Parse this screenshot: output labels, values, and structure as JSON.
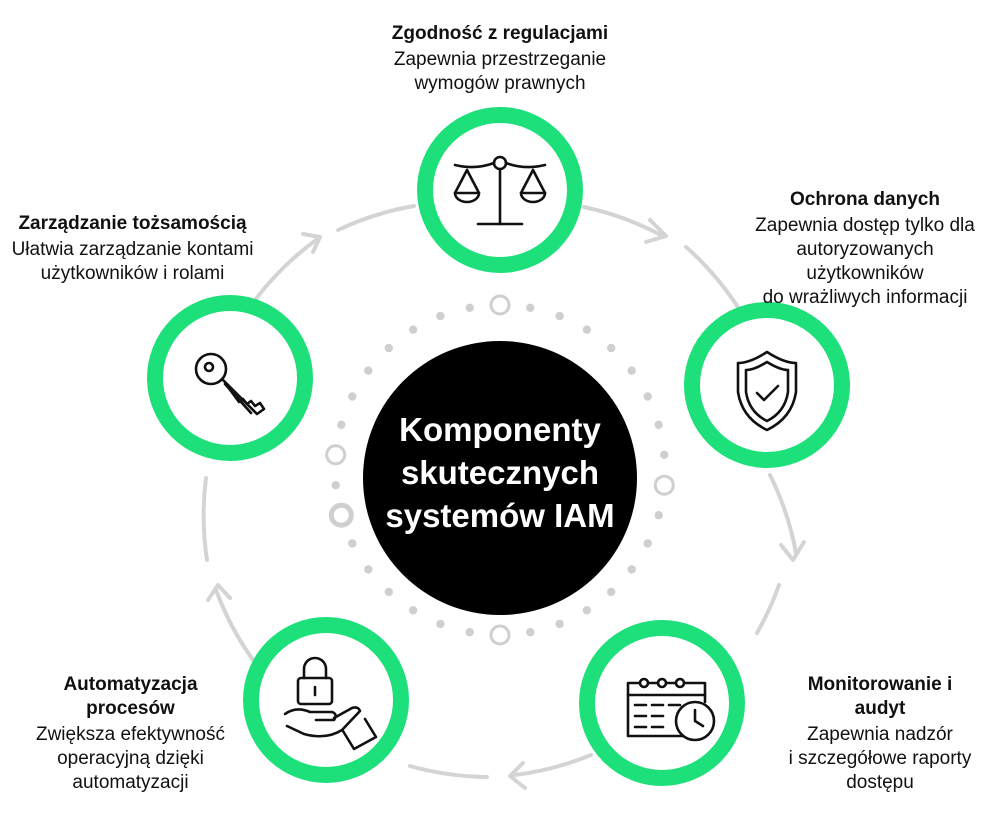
{
  "center": {
    "line1": "Komponenty",
    "line2": "skutecznych",
    "line3": "systemów IAM"
  },
  "nodes": [
    {
      "id": "compliance",
      "icon": "scales-icon",
      "title": "Zgodność z regulacjami",
      "desc": [
        "Zapewnia przestrzeganie",
        "wymogów prawnych"
      ]
    },
    {
      "id": "data-protection",
      "icon": "shield-check-icon",
      "title": "Ochrona danych",
      "desc": [
        "Zapewnia dostęp tylko dla",
        "autoryzowanych użytkowników",
        "do wrażliwych informacji"
      ]
    },
    {
      "id": "monitoring",
      "icon": "calendar-clock-icon",
      "title": "Monitorowanie i audyt",
      "desc": [
        "Zapewnia nadzór",
        "i szczegółowe raporty",
        "dostępu"
      ]
    },
    {
      "id": "automation",
      "icon": "hand-lock-icon",
      "title": "Automatyzacja procesów",
      "desc": [
        "Zwiększa efektywność",
        "operacyjną dzięki",
        "automatyzacji"
      ]
    },
    {
      "id": "identity",
      "icon": "key-icon",
      "title": "Zarządzanie tożsamością",
      "desc": [
        "Ułatwia zarządzanie kontami",
        "użytkowników i rolami"
      ]
    }
  ],
  "colors": {
    "accent": "#1de07a",
    "ring": "#d4d4d4",
    "dots": "#cfcfcf",
    "center": "#000000",
    "icon": "#111111"
  }
}
